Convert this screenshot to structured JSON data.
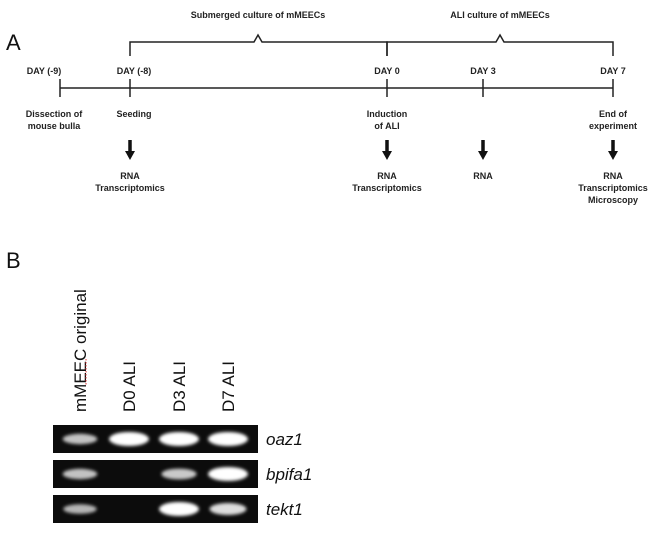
{
  "panel_a": {
    "letter": "A",
    "brackets": [
      {
        "label": "Submerged culture of mMEECs"
      },
      {
        "label": "ALI culture of mMEECs"
      }
    ],
    "ticks": [
      {
        "day": "DAY (-9)",
        "event": [
          "Dissection of",
          "mouse bulla"
        ],
        "analysis": []
      },
      {
        "day": "DAY (-8)",
        "event": [
          "Seeding"
        ],
        "analysis": [
          "RNA",
          "Transcriptomics"
        ]
      },
      {
        "day": "DAY 0",
        "event": [
          "Induction",
          "of ALI"
        ],
        "analysis": [
          "RNA",
          "Transcriptomics"
        ]
      },
      {
        "day": "DAY 3",
        "event": [],
        "analysis": [
          "RNA"
        ]
      },
      {
        "day": "DAY 7",
        "event": [
          "End of",
          "experiment"
        ],
        "analysis": [
          "RNA",
          "Transcriptomics",
          "Microscopy"
        ]
      }
    ]
  },
  "panel_b": {
    "letter": "B",
    "lanes": [
      "mMEEC original",
      "D0 ALI",
      "D3 ALI",
      "D7 ALI"
    ],
    "genes": [
      {
        "name": "oaz1",
        "band_intensity": [
          0.55,
          1.0,
          1.0,
          1.0
        ]
      },
      {
        "name": "bpifa1",
        "band_intensity": [
          0.55,
          0.0,
          0.6,
          1.0
        ]
      },
      {
        "name": "tekt1",
        "band_intensity": [
          0.45,
          0.0,
          1.0,
          0.75
        ]
      }
    ]
  }
}
